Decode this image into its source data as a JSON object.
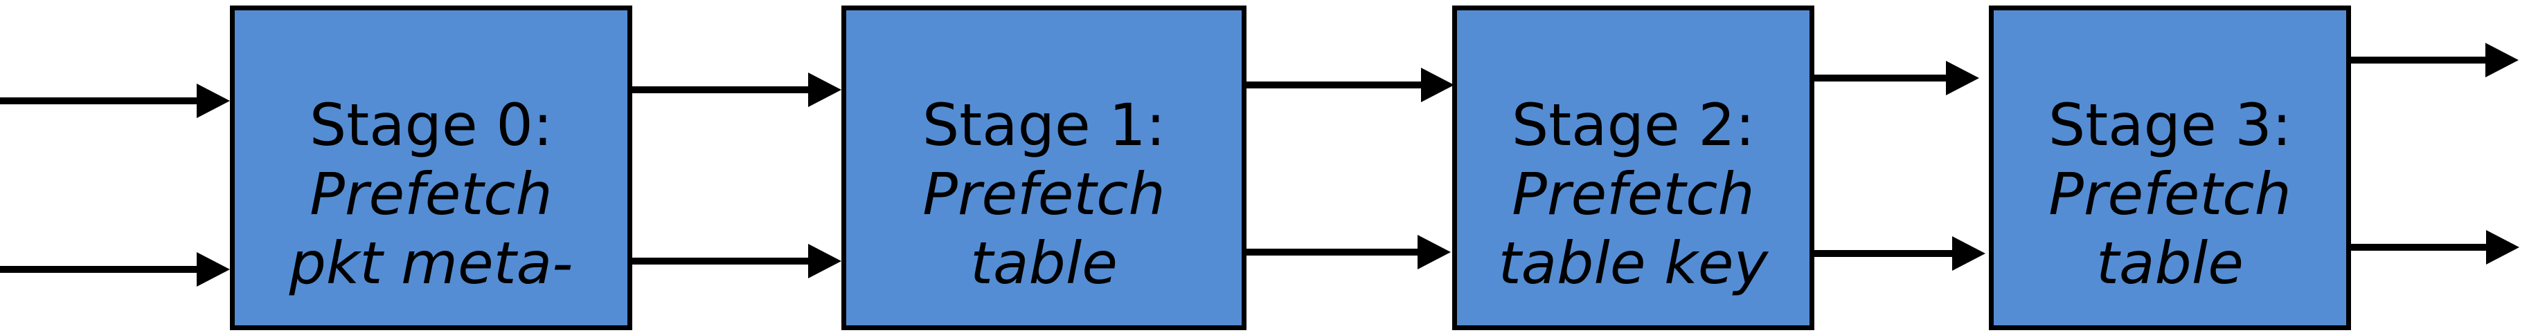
{
  "colors": {
    "background": "#ffffff",
    "box_fill": "#548dd4",
    "box_border": "#000000",
    "arrow_color": "#000000",
    "text_color": "#000000"
  },
  "stages": [
    {
      "title": "Stage 0:",
      "line1": "Prefetch",
      "line2": "pkt meta-"
    },
    {
      "title": "Stage 1:",
      "line1": "Prefetch",
      "line2": "table"
    },
    {
      "title": "Stage 2:",
      "line1": "Prefetch",
      "line2": "table key"
    },
    {
      "title": "Stage 3:",
      "line1": "Prefetch",
      "line2": "table"
    }
  ]
}
